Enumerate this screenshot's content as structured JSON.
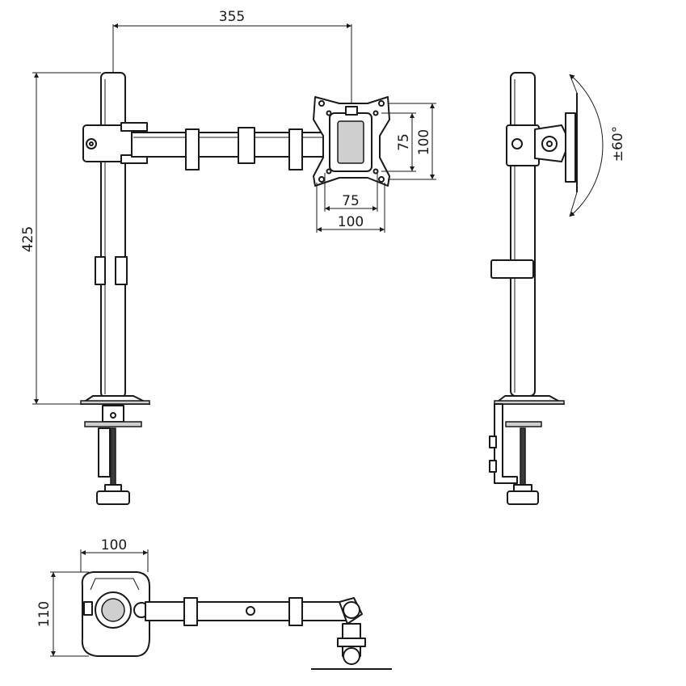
{
  "dimensions": {
    "arm_reach": "355",
    "total_height": "425",
    "vesa_vertical_small": "75",
    "vesa_vertical_large": "100",
    "vesa_horizontal_small": "75",
    "vesa_horizontal_large": "100",
    "tilt_angle": "±60°",
    "base_width": "100",
    "base_depth": "110"
  },
  "colors": {
    "line": "#1a1a1a",
    "background": "#ffffff",
    "shade": "#cfcfcf"
  }
}
